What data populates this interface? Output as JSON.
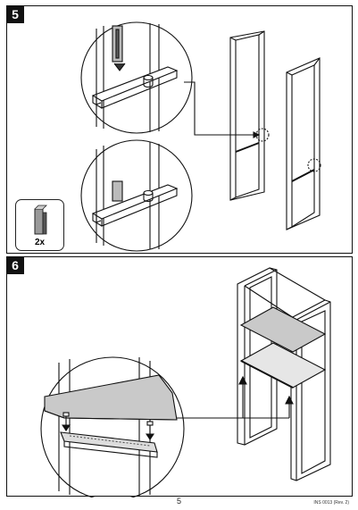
{
  "steps": [
    {
      "number": "5",
      "quantity_label": "2x"
    },
    {
      "number": "6"
    }
  ],
  "footer": {
    "page_number": "5",
    "doc_code": "INS 0013 (Rev. 2)"
  }
}
